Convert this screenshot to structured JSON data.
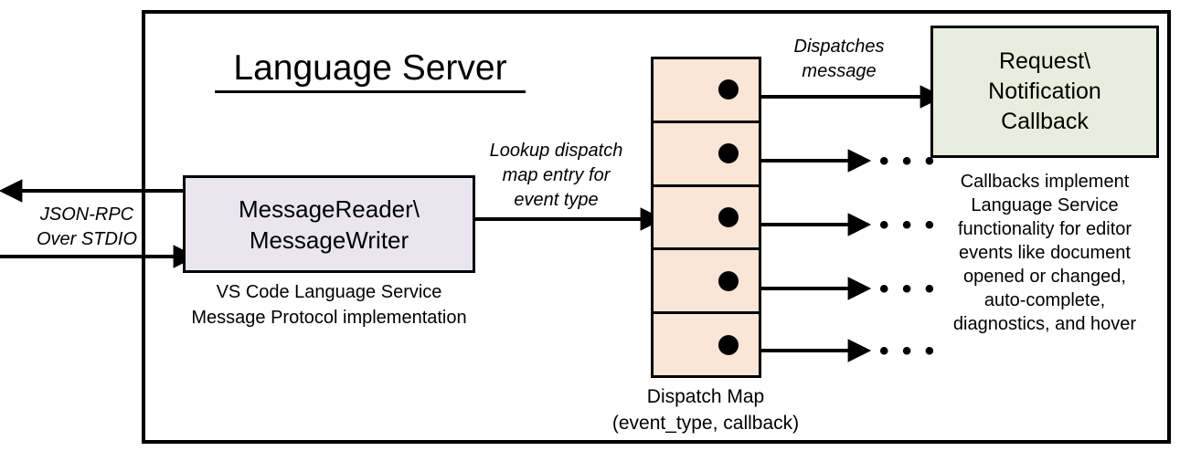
{
  "diagram": {
    "title": "Language Server",
    "colors": {
      "reader_fill": "#EAE6F0",
      "map_fill": "#FBE5D6",
      "callback_fill": "#E8EEDD",
      "stroke": "#000000",
      "background": "#FFFFFF"
    }
  },
  "reader": {
    "line1": "MessageReader\\",
    "line2": "MessageWriter",
    "caption_line1": "VS Code Language Service",
    "caption_line2": "Message Protocol implementation"
  },
  "transport": {
    "label_line1": "JSON-RPC",
    "label_line2": "Over STDIO"
  },
  "lookup": {
    "label_line1": "Lookup dispatch",
    "label_line2": "map entry for",
    "label_line3": "event type"
  },
  "dispatch": {
    "message_label_line1": "Dispatches",
    "message_label_line2": "message",
    "caption_line1": "Dispatch Map",
    "caption_line2": "(event_type, callback)",
    "rows": [
      {
        "id": "row-1",
        "target": "callback-box"
      },
      {
        "id": "row-2",
        "target": "ellipsis"
      },
      {
        "id": "row-3",
        "target": "ellipsis"
      },
      {
        "id": "row-4",
        "target": "ellipsis"
      },
      {
        "id": "row-5",
        "target": "ellipsis"
      }
    ],
    "ellipsis_glyph": "• • •"
  },
  "callback": {
    "line1": "Request\\",
    "line2": "Notification",
    "line3": "Callback",
    "caption_line1": "Callbacks implement",
    "caption_line2": "Language Service",
    "caption_line3": "functionality for editor",
    "caption_line4": "events like document",
    "caption_line5": "opened or changed,",
    "caption_line6": "auto-complete,",
    "caption_line7": "diagnostics, and hover"
  }
}
